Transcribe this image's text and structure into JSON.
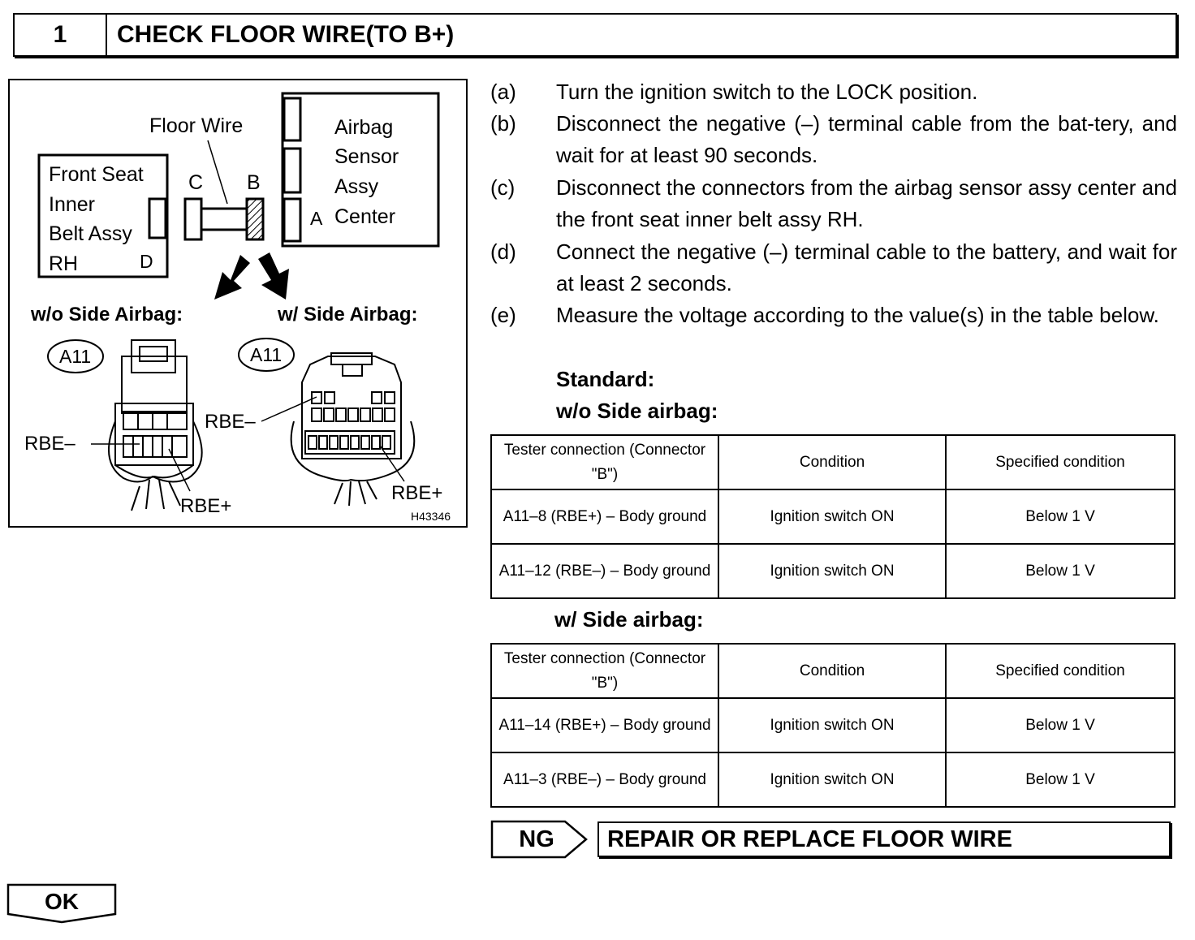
{
  "header": {
    "step_number": "1",
    "title": "CHECK FLOOR WIRE(TO B+)"
  },
  "figure": {
    "floor_wire": "Floor Wire",
    "airbag_sensor": [
      "Airbag",
      "Sensor",
      "Assy",
      "Center"
    ],
    "front_seat": [
      "Front Seat",
      "Inner",
      "Belt Assy",
      "RH"
    ],
    "connector_a": "A",
    "connector_b": "B",
    "connector_c": "C",
    "connector_d": "D",
    "wo_side_airbag": "w/o Side Airbag:",
    "w_side_airbag": "w/ Side Airbag:",
    "connector_id_left": "A11",
    "connector_id_right": "A11",
    "rbe_minus_left": "RBE–",
    "rbe_plus_left": "RBE+",
    "rbe_minus_right": "RBE–",
    "rbe_plus_right": "RBE+",
    "figure_code": "H43346"
  },
  "steps": [
    {
      "letter": "(a)",
      "text": "Turn the ignition switch to the LOCK position."
    },
    {
      "letter": "(b)",
      "text": "Disconnect the negative (–) terminal cable from the bat-tery, and wait for at least 90 seconds."
    },
    {
      "letter": "(c)",
      "text": "Disconnect the connectors from the airbag sensor assy center and the front seat inner belt assy RH."
    },
    {
      "letter": "(d)",
      "text": "Connect the negative (–) terminal cable to the battery, and wait for at least 2 seconds."
    },
    {
      "letter": "(e)",
      "text": "Measure the voltage according to the value(s) in the table below."
    }
  ],
  "standard_label": "Standard:",
  "table_wo": {
    "heading": "w/o Side airbag:",
    "headers": [
      "Tester connection (Connector \"B\")",
      "Condition",
      "Specified condition"
    ],
    "rows": [
      [
        "A11–8 (RBE+) – Body ground",
        "Ignition switch ON",
        "Below 1 V"
      ],
      [
        "A11–12 (RBE–) – Body ground",
        "Ignition switch ON",
        "Below 1 V"
      ]
    ]
  },
  "table_w": {
    "heading": "w/ Side airbag:",
    "headers": [
      "Tester connection (Connector \"B\")",
      "Condition",
      "Specified condition"
    ],
    "rows": [
      [
        "A11–14 (RBE+) – Body ground",
        "Ignition switch ON",
        "Below 1 V"
      ],
      [
        "A11–3 (RBE–) – Body ground",
        "Ignition switch ON",
        "Below 1 V"
      ]
    ]
  },
  "ng": {
    "label": "NG",
    "action": "REPAIR OR REPLACE FLOOR WIRE"
  },
  "ok": {
    "label": "OK"
  }
}
